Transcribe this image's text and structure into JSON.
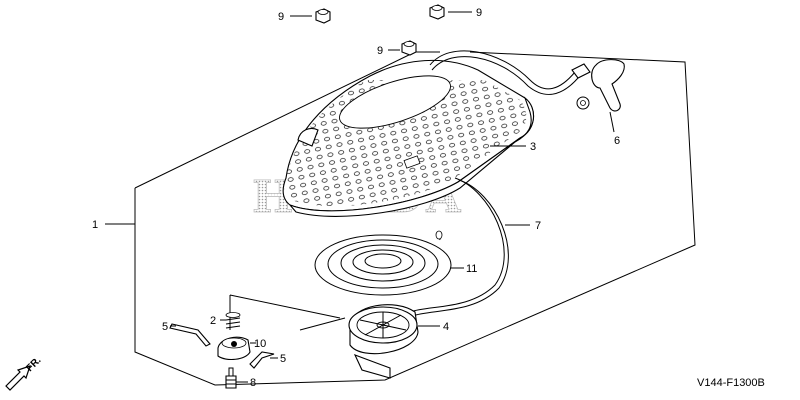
{
  "watermark": "HONDA",
  "diagram_code": "V144-F1300B",
  "direction_label": "FR.",
  "callouts": {
    "c1": "1",
    "c2": "2",
    "c3": "3",
    "c4": "4",
    "c5a": "5",
    "c5b": "5",
    "c6": "6",
    "c7": "7",
    "c8": "8",
    "c9a": "9",
    "c9b": "9",
    "c9c": "9",
    "c10": "10",
    "c11": "11"
  }
}
